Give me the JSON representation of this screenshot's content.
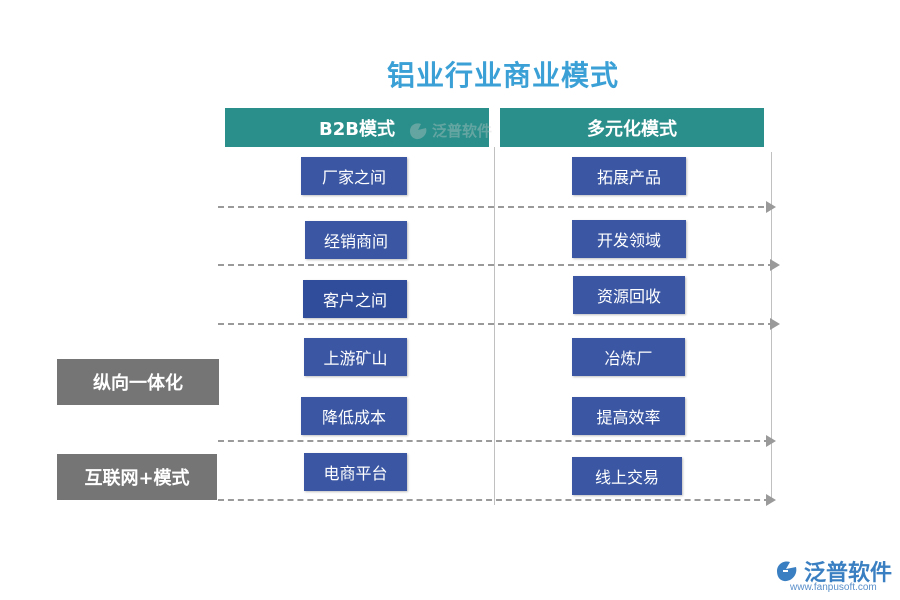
{
  "title": "铝业行业商业模式",
  "headers": {
    "left": "B2B模式",
    "right": "多元化模式"
  },
  "left_boxes": [
    "厂家之间",
    "经销商间",
    "客户之间",
    "上游矿山",
    "降低成本",
    "电商平台"
  ],
  "right_boxes": [
    "拓展产品",
    "开发领域",
    "资源回收",
    "冶炼厂",
    "提高效率",
    "线上交易"
  ],
  "side_labels": {
    "vertical_integration": "纵向一体化",
    "internet_plus": "互联网+模式"
  },
  "logo": {
    "text": "泛普软件",
    "url": "www.fanpusoft.com"
  },
  "watermark": {
    "text": "泛普软件"
  },
  "colors": {
    "title": "#3aa0d6",
    "header_bg": "#2a8f8a",
    "box_bg": "#3b57a3",
    "side_bg": "#757575",
    "dashed": "#9a9a9a",
    "logo": "#3a7fc1"
  }
}
